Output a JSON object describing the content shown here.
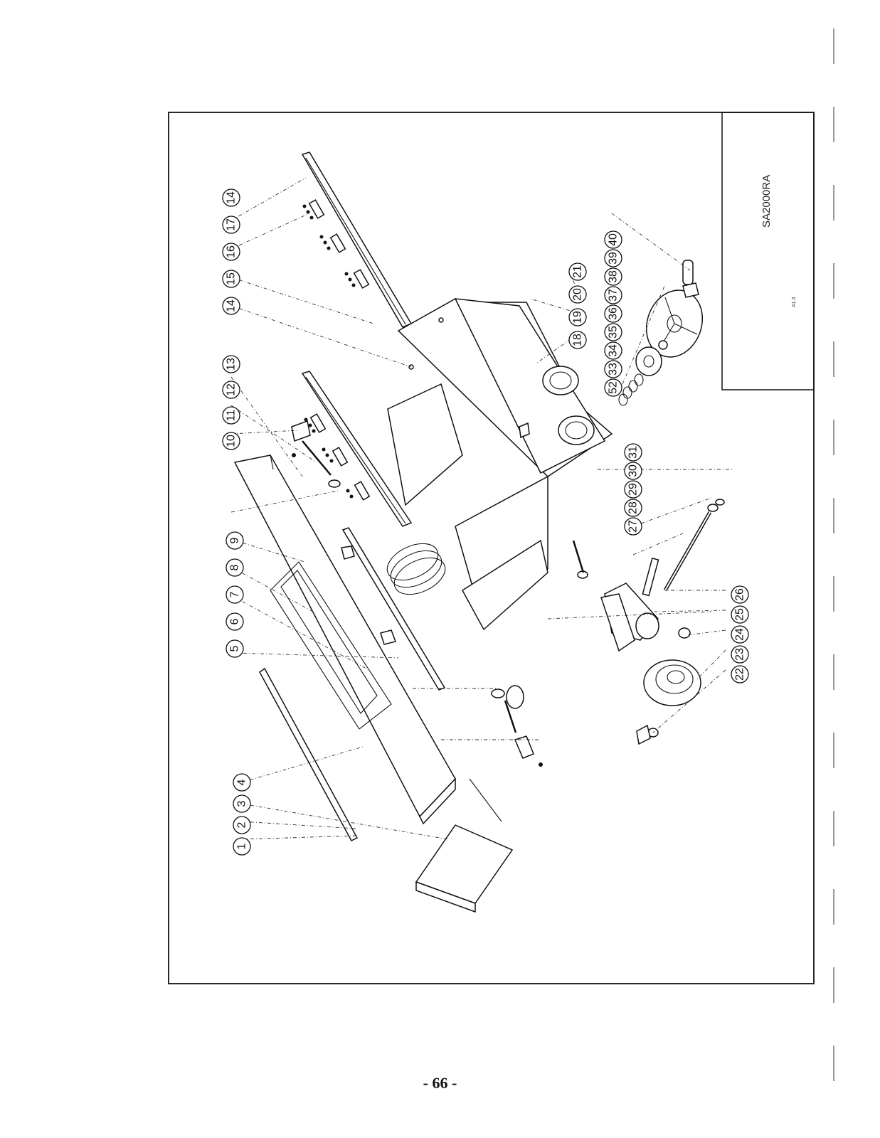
{
  "drawing_code": "SA2000RA",
  "small_mark": "A1.3",
  "page_number": "- 66 -",
  "callout_groups": [
    {
      "name": "group-top-rail",
      "labels": [
        "14",
        "15",
        "16",
        "17",
        "14"
      ]
    },
    {
      "name": "group-mid-rail",
      "labels": [
        "10",
        "11",
        "12",
        "13"
      ]
    },
    {
      "name": "group-table",
      "labels": [
        "5",
        "6",
        "7",
        "8",
        "9"
      ]
    },
    {
      "name": "group-bottom-left",
      "labels": [
        "1",
        "2",
        "3",
        "4"
      ]
    },
    {
      "name": "group-bed-end",
      "labels": [
        "18",
        "19",
        "20",
        "21"
      ]
    },
    {
      "name": "group-handwheel",
      "labels": [
        "52",
        "33",
        "34",
        "35",
        "36",
        "37",
        "38",
        "39",
        "40"
      ]
    },
    {
      "name": "group-screw",
      "labels": [
        "27",
        "28",
        "29",
        "30",
        "31"
      ]
    },
    {
      "name": "group-pulley",
      "labels": [
        "22",
        "23",
        "24",
        "25",
        "26"
      ]
    }
  ]
}
